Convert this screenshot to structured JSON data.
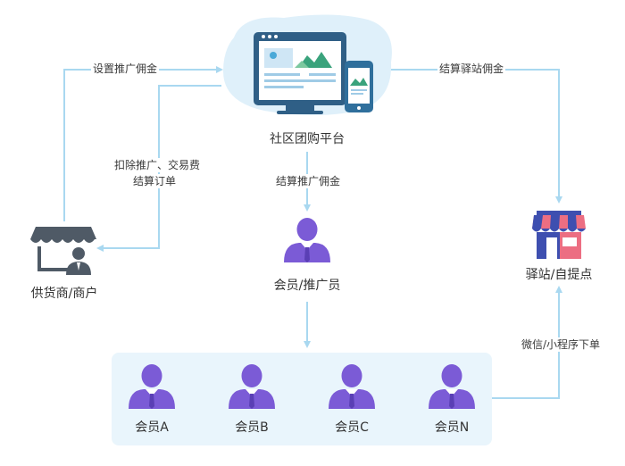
{
  "nodes": {
    "platform": "社区团购平台",
    "supplier": "供货商/商户",
    "promoter": "会员/推广员",
    "station": "驿站/自提点"
  },
  "edges": {
    "set_commission": "设置推广佣金",
    "station_commission": "结算驿站佣金",
    "deduct_line1": "扣除推广、交易费",
    "deduct_line2": "结算订单",
    "promo_commission": "结算推广佣金",
    "order_via": "微信/小程序下单"
  },
  "members": [
    "会员A",
    "会员B",
    "会员C",
    "会员N"
  ],
  "colors": {
    "arrow": "#a9d8f0",
    "person": "#7b5bd6",
    "members_bg": "#e9f5fc",
    "store_roof_blue": "#3e4fb0",
    "store_roof_pink": "#ec6e82",
    "supplier_gray": "#4f5a66"
  }
}
